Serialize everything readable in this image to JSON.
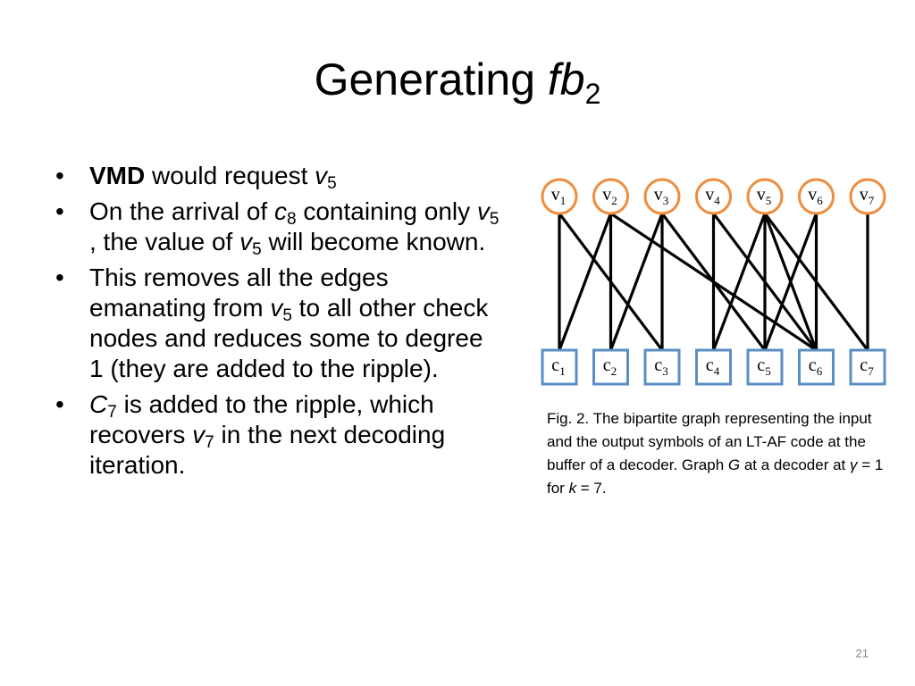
{
  "title": {
    "main": "Generating ",
    "fb": "fb",
    "sub": "2"
  },
  "bullets": [
    {
      "parts": [
        {
          "t": "VMD",
          "s": "b"
        },
        {
          "t": " would request ",
          "s": "n"
        },
        {
          "t": "v",
          "s": "i"
        },
        {
          "t": "5",
          "s": "sub"
        }
      ]
    },
    {
      "parts": [
        {
          "t": "On the arrival of ",
          "s": "n"
        },
        {
          "t": "c",
          "s": "i"
        },
        {
          "t": "8",
          "s": "sub"
        },
        {
          "t": " containing only ",
          "s": "n"
        },
        {
          "t": "v",
          "s": "i"
        },
        {
          "t": "5",
          "s": "sub"
        },
        {
          "t": " , the value of ",
          "s": "n"
        },
        {
          "t": "v",
          "s": "i"
        },
        {
          "t": "5",
          "s": "sub"
        },
        {
          "t": " will become known.",
          "s": "n"
        }
      ]
    },
    {
      "parts": [
        {
          "t": "This removes all the edges emanating from ",
          "s": "n"
        },
        {
          "t": "v",
          "s": "i"
        },
        {
          "t": "5",
          "s": "sub"
        },
        {
          "t": " to all other check nodes and reduces some to degree 1 (they are added to the ripple).",
          "s": "n"
        }
      ]
    },
    {
      "parts": [
        {
          "t": "C",
          "s": "i"
        },
        {
          "t": "7",
          "s": "sub"
        },
        {
          "t": " is added to the ripple, which recovers ",
          "s": "n"
        },
        {
          "t": "v",
          "s": "i"
        },
        {
          "t": "7",
          "s": "sub"
        },
        {
          "t": " in the next decoding iteration.",
          "s": "n"
        }
      ]
    }
  ],
  "graph": {
    "input_nodes": [
      {
        "letter": "v",
        "index": "1"
      },
      {
        "letter": "v",
        "index": "2"
      },
      {
        "letter": "v",
        "index": "3"
      },
      {
        "letter": "v",
        "index": "4"
      },
      {
        "letter": "v",
        "index": "5"
      },
      {
        "letter": "v",
        "index": "6"
      },
      {
        "letter": "v",
        "index": "7"
      }
    ],
    "check_nodes": [
      {
        "letter": "c",
        "index": "1"
      },
      {
        "letter": "c",
        "index": "2"
      },
      {
        "letter": "c",
        "index": "3"
      },
      {
        "letter": "c",
        "index": "4"
      },
      {
        "letter": "c",
        "index": "5"
      },
      {
        "letter": "c",
        "index": "6"
      },
      {
        "letter": "c",
        "index": "7"
      }
    ],
    "edges": [
      [
        1,
        1
      ],
      [
        1,
        3
      ],
      [
        2,
        1
      ],
      [
        2,
        2
      ],
      [
        2,
        6
      ],
      [
        3,
        2
      ],
      [
        3,
        3
      ],
      [
        3,
        5
      ],
      [
        4,
        4
      ],
      [
        4,
        6
      ],
      [
        5,
        4
      ],
      [
        5,
        5
      ],
      [
        5,
        6
      ],
      [
        5,
        7
      ],
      [
        6,
        5
      ],
      [
        6,
        6
      ],
      [
        7,
        7
      ]
    ],
    "colors": {
      "input_stroke": "#f08c3c",
      "check_stroke": "#5b8ec4",
      "edge": "#000000"
    }
  },
  "caption": [
    {
      "t": "Fig. 2. The bipartite graph representing the input and the output symbols of an LT-AF code at the buffer of a decoder. Graph ",
      "s": "n"
    },
    {
      "t": "G",
      "s": "i"
    },
    {
      "t": " at a decoder at ",
      "s": "n"
    },
    {
      "t": "γ",
      "s": "i"
    },
    {
      "t": " = 1 for ",
      "s": "n"
    },
    {
      "t": "k",
      "s": "i"
    },
    {
      "t": " = 7.",
      "s": "n"
    }
  ],
  "slide_number": "21"
}
